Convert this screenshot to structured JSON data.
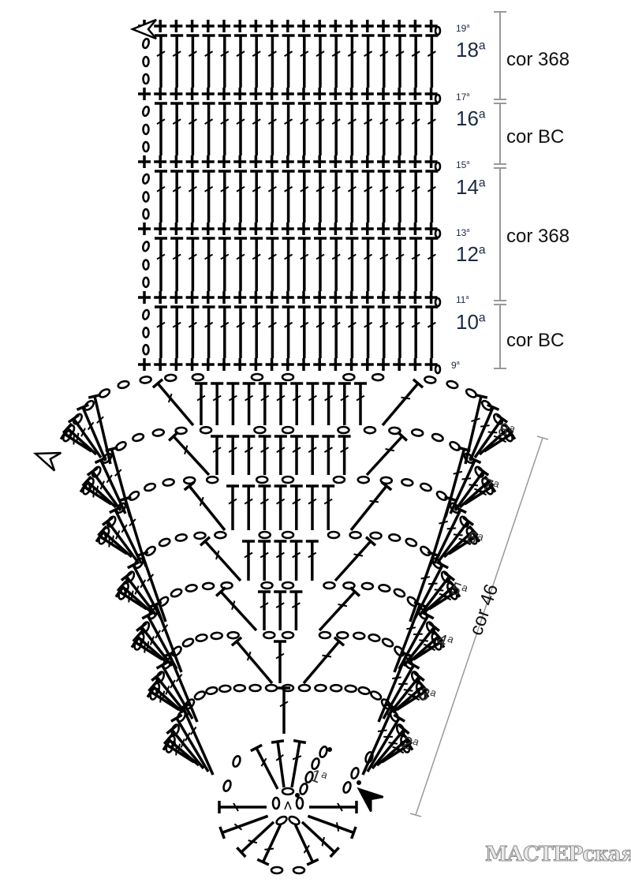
{
  "grid_row_labels": [
    {
      "num": "19",
      "sup": "a",
      "big": false
    },
    {
      "num": "18",
      "sup": "a",
      "big": true
    },
    {
      "num": "17",
      "sup": "a",
      "big": false
    },
    {
      "num": "16",
      "sup": "a",
      "big": true
    },
    {
      "num": "15",
      "sup": "a",
      "big": false
    },
    {
      "num": "14",
      "sup": "a",
      "big": true
    },
    {
      "num": "13",
      "sup": "a",
      "big": false
    },
    {
      "num": "12",
      "sup": "a",
      "big": true
    },
    {
      "num": "11",
      "sup": "a",
      "big": false
    },
    {
      "num": "10",
      "sup": "a",
      "big": true
    },
    {
      "num": "9",
      "sup": "a",
      "big": false
    }
  ],
  "color_labels": [
    "cor 368",
    "cor BC",
    "cor 368",
    "cor BC"
  ],
  "lower_row_labels": [
    {
      "num": "8",
      "sup": "a"
    },
    {
      "num": "7",
      "sup": "a"
    },
    {
      "num": "6",
      "sup": "a"
    },
    {
      "num": "5",
      "sup": "a"
    },
    {
      "num": "4",
      "sup": "a"
    },
    {
      "num": "3",
      "sup": "a"
    },
    {
      "num": "2",
      "sup": "a"
    },
    {
      "num": "1",
      "sup": "a"
    }
  ],
  "lower_color_label": "cor 46",
  "watermark": "МАСТЕРская",
  "ink_color": "#000000",
  "guide_color": "#999999"
}
